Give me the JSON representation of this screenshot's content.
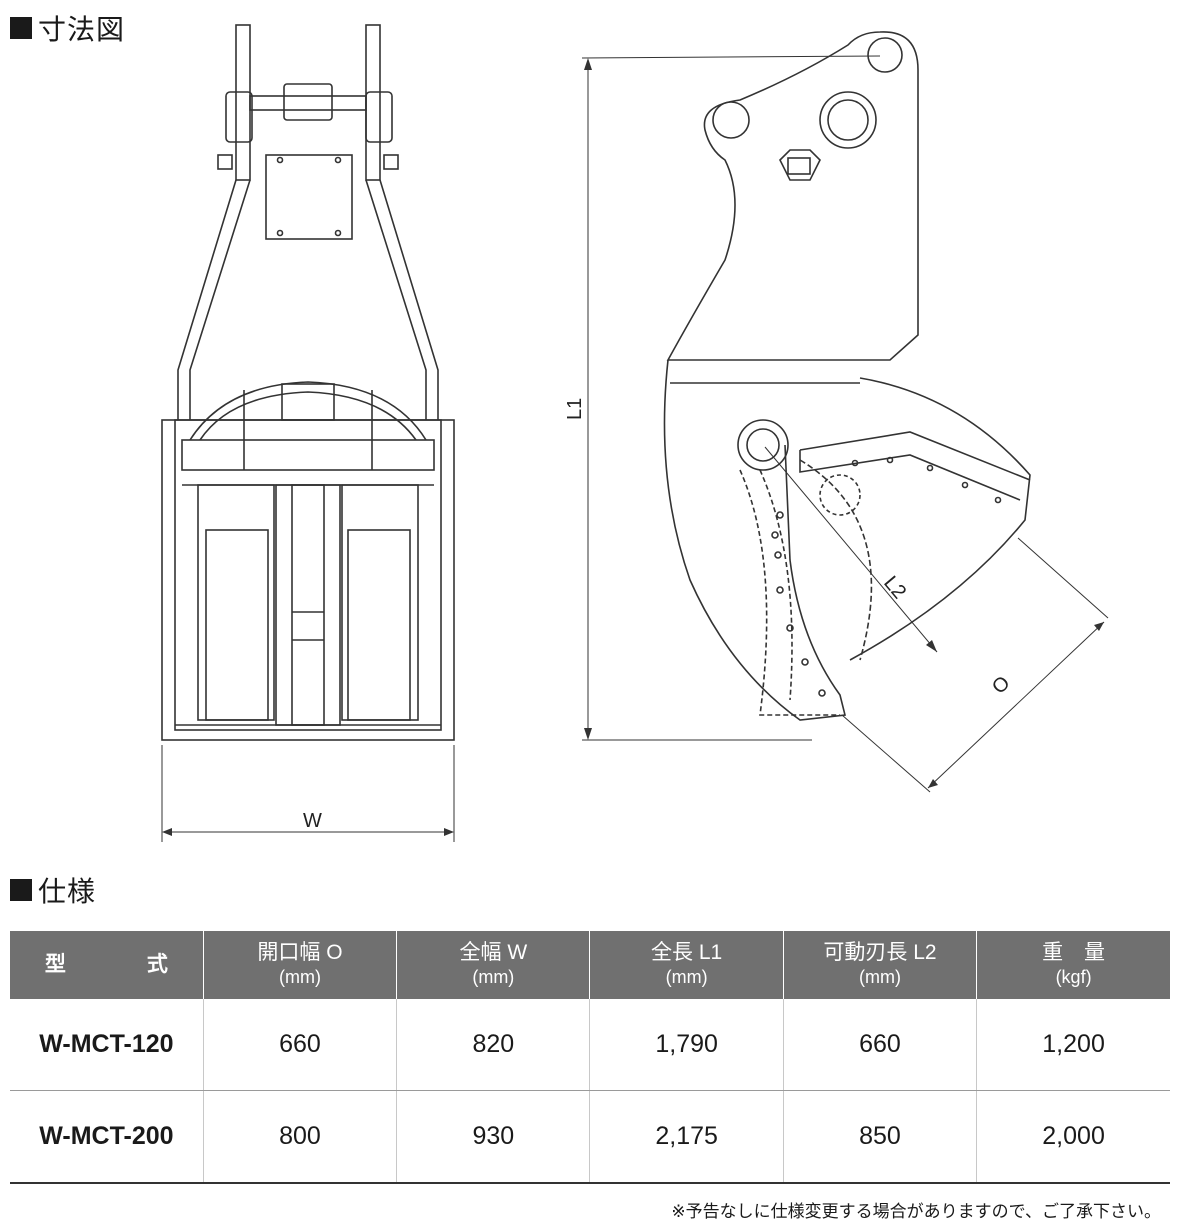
{
  "sections": {
    "dimension_title": "寸法図",
    "spec_title": "仕様"
  },
  "drawing": {
    "label_w": "W",
    "label_l1": "L1",
    "label_l2": "L2",
    "label_o": "O"
  },
  "spec_table": {
    "headers": [
      {
        "label": "型　式",
        "unit": ""
      },
      {
        "label": "開口幅 O",
        "unit": "(mm)"
      },
      {
        "label": "全幅 W",
        "unit": "(mm)"
      },
      {
        "label": "全長 L1",
        "unit": "(mm)"
      },
      {
        "label": "可動刃長 L2",
        "unit": "(mm)"
      },
      {
        "label": "重　量",
        "unit": "(kgf)"
      }
    ],
    "rows": [
      [
        "W-MCT-120",
        "660",
        "820",
        "1,790",
        "660",
        "1,200"
      ],
      [
        "W-MCT-200",
        "800",
        "930",
        "2,175",
        "850",
        "2,000"
      ]
    ]
  },
  "note": "※予告なしに仕様変更する場合がありますので、ご了承下さい。"
}
